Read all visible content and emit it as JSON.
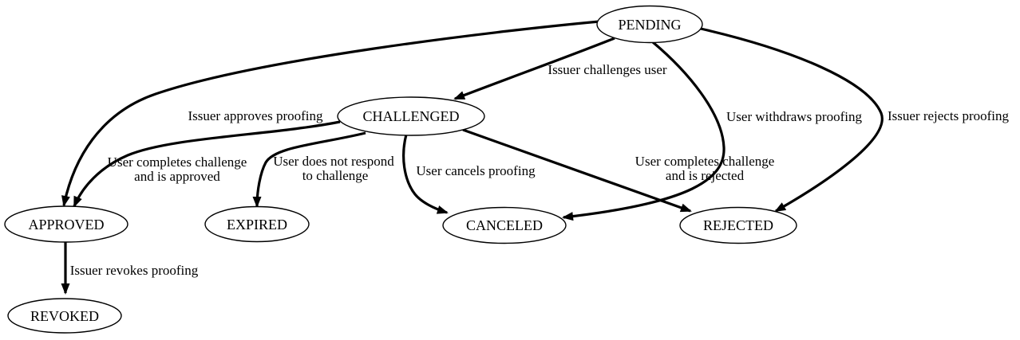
{
  "diagram": {
    "type": "state-transition-graph",
    "background_color": "#ffffff",
    "line_color": "#000000",
    "text_color": "#000000",
    "nodes": [
      {
        "id": "pending",
        "label": "PENDING"
      },
      {
        "id": "challenged",
        "label": "CHALLENGED"
      },
      {
        "id": "approved",
        "label": "APPROVED"
      },
      {
        "id": "expired",
        "label": "EXPIRED"
      },
      {
        "id": "canceled",
        "label": "CANCELED"
      },
      {
        "id": "rejected",
        "label": "REJECTED"
      },
      {
        "id": "revoked",
        "label": "REVOKED"
      }
    ],
    "edges": [
      {
        "from": "PENDING",
        "to": "CHALLENGED",
        "lines": [
          "Issuer challenges user"
        ]
      },
      {
        "from": "PENDING",
        "to": "APPROVED",
        "lines": [
          "Issuer approves proofing"
        ]
      },
      {
        "from": "CHALLENGED",
        "to": "APPROVED",
        "lines": [
          "User completes challenge",
          "and is approved"
        ]
      },
      {
        "from": "CHALLENGED",
        "to": "EXPIRED",
        "lines": [
          "User does not respond",
          "to challenge"
        ]
      },
      {
        "from": "CHALLENGED",
        "to": "CANCELED",
        "lines": [
          "User cancels proofing"
        ]
      },
      {
        "from": "CHALLENGED",
        "to": "REJECTED",
        "lines": [
          "User completes challenge",
          "and is rejected"
        ]
      },
      {
        "from": "PENDING",
        "to": "CANCELED",
        "lines": [
          "User withdraws proofing"
        ]
      },
      {
        "from": "PENDING",
        "to": "REJECTED",
        "lines": [
          "Issuer rejects proofing"
        ]
      },
      {
        "from": "APPROVED",
        "to": "REVOKED",
        "lines": [
          "Issuer revokes proofing"
        ]
      }
    ]
  }
}
